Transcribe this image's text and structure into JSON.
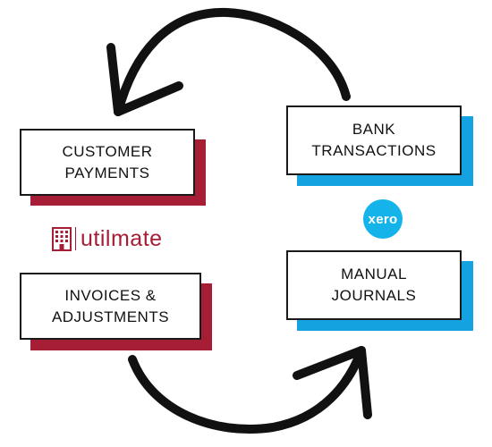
{
  "colors": {
    "arrow": "#111111",
    "utilmate_shadow": "#a51e36",
    "xero_shadow": "#14a3e0",
    "utilmate_brand": "#a51e36",
    "xero_brand": "#14b4ea"
  },
  "boxes": {
    "customer_payments": {
      "line1": "CUSTOMER",
      "line2": "PAYMENTS"
    },
    "invoices": {
      "line1": "INVOICES &",
      "line2": "ADJUSTMENTS"
    },
    "bank_transactions": {
      "line1": "BANK",
      "line2": "TRANSACTIONS"
    },
    "manual_journals": {
      "line1": "MANUAL",
      "line2": "JOURNALS"
    }
  },
  "logos": {
    "utilmate": {
      "part1": "util",
      "part2": "mate",
      "icon": "building-icon"
    },
    "xero": {
      "text": "xero"
    }
  },
  "arrows": [
    {
      "name": "top-cycle-arrow",
      "direction": "right-to-left"
    },
    {
      "name": "bottom-cycle-arrow",
      "direction": "left-to-right"
    }
  ]
}
